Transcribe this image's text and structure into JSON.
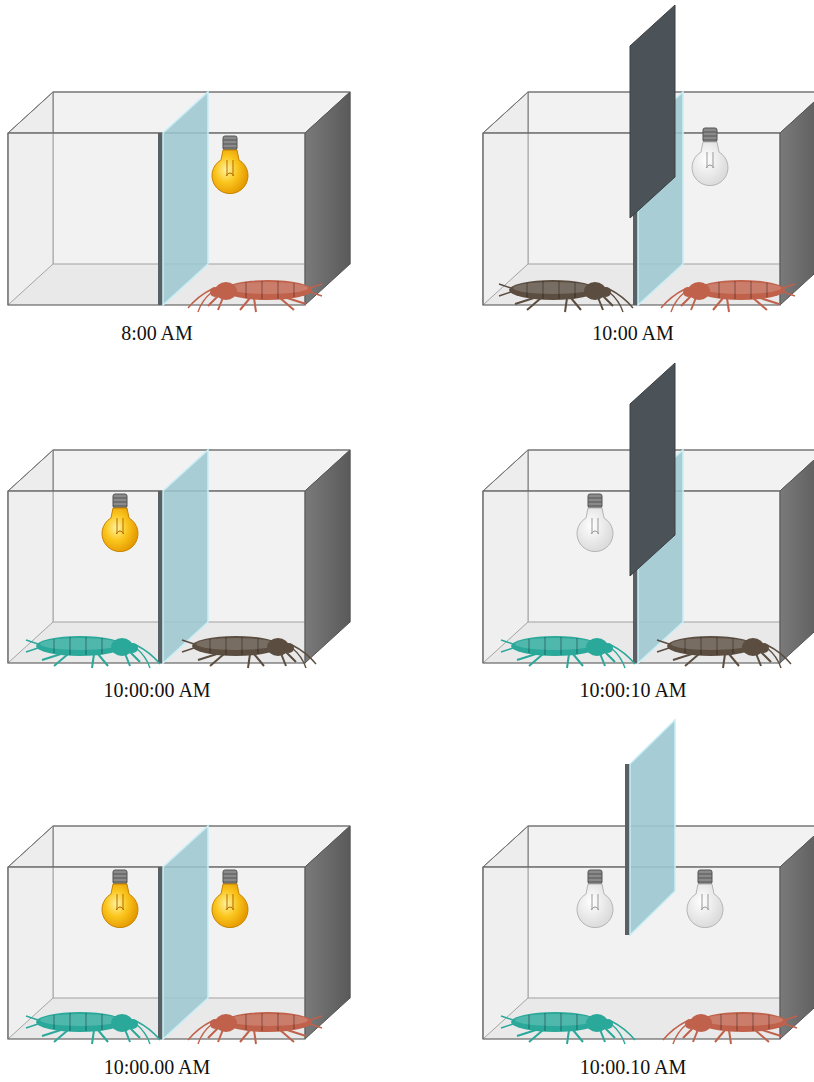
{
  "diagram": {
    "labels": [
      "8:00 AM",
      "10:00 AM",
      "10:00:00 AM",
      "10:00:10 AM",
      "10:00.00 AM",
      "10:00.10 AM"
    ]
  }
}
